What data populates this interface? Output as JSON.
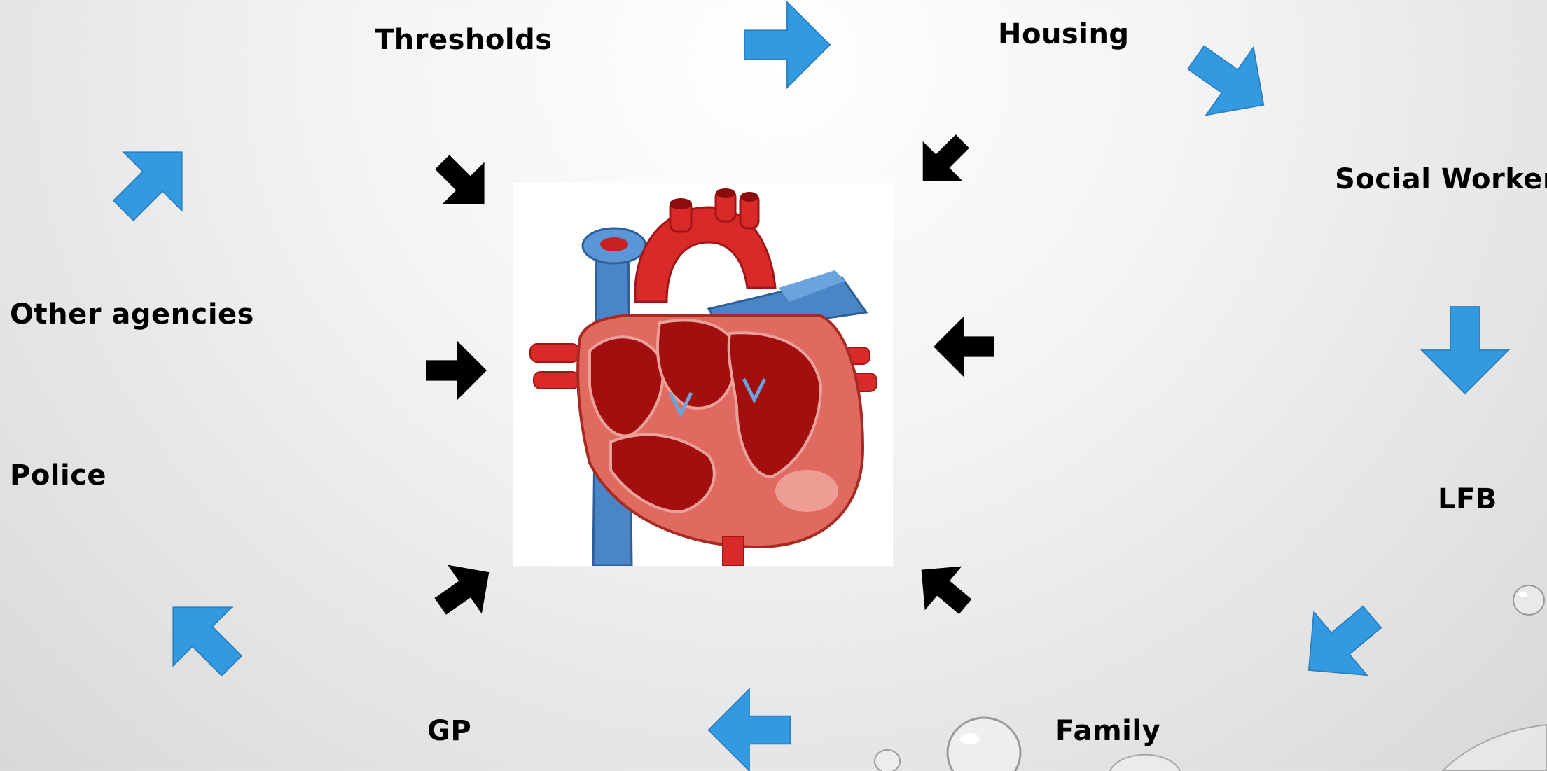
{
  "diagram": {
    "center_image": "heart-illustration",
    "nodes": [
      {
        "id": "thresholds",
        "label": "Thresholds"
      },
      {
        "id": "housing",
        "label": "Housing"
      },
      {
        "id": "social_worker",
        "label": "Social Worker"
      },
      {
        "id": "lfb",
        "label": "LFB"
      },
      {
        "id": "family",
        "label": "Family"
      },
      {
        "id": "gp",
        "label": "GP"
      },
      {
        "id": "police",
        "label": "Police"
      },
      {
        "id": "other_agencies",
        "label": "Other agencies"
      }
    ],
    "cycle_arrow_color": "#3399e0",
    "inward_arrow_color": "#000000"
  }
}
